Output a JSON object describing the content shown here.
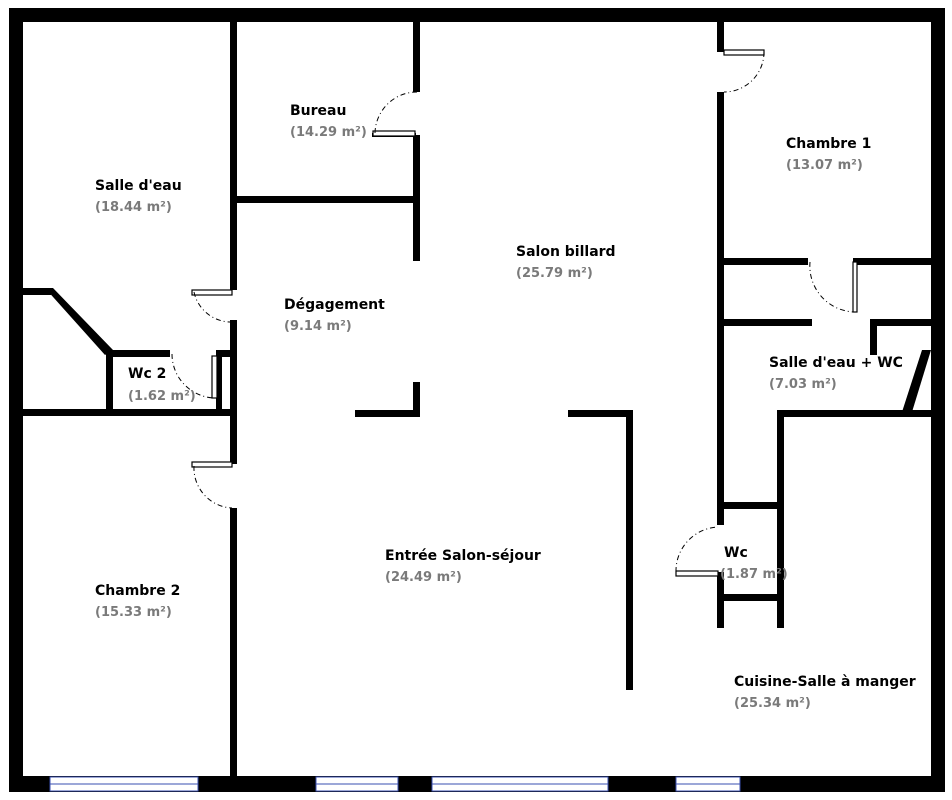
{
  "rooms": [
    {
      "id": "salle-deau",
      "name": "Salle d'eau",
      "area": "(18.44 m²)"
    },
    {
      "id": "bureau",
      "name": "Bureau",
      "area": "(14.29 m²)"
    },
    {
      "id": "chambre-1",
      "name": "Chambre 1",
      "area": "(13.07 m²)"
    },
    {
      "id": "salon-billard",
      "name": "Salon billard",
      "area": "(25.79 m²)"
    },
    {
      "id": "degagement",
      "name": "Dégagement",
      "area": "(9.14 m²)"
    },
    {
      "id": "wc-2",
      "name": "Wc 2",
      "area": "(1.62 m²)"
    },
    {
      "id": "salle-deau-wc",
      "name": "Salle d'eau + WC",
      "area": "(7.03 m²)"
    },
    {
      "id": "entree-salon-sejour",
      "name": "Entrée Salon-séjour",
      "area": "(24.49 m²)"
    },
    {
      "id": "wc",
      "name": "Wc",
      "area": "(1.87 m²)"
    },
    {
      "id": "chambre-2",
      "name": "Chambre 2",
      "area": "(15.33 m²)"
    },
    {
      "id": "cuisine-salle-a-manger",
      "name": "Cuisine-Salle à manger",
      "area": "(25.34 m²)"
    }
  ],
  "colors": {
    "wall": "#000000",
    "room_name": "#000000",
    "room_area": "#7a7a7a",
    "window": "#3a4fb0",
    "background": "#ffffff"
  }
}
